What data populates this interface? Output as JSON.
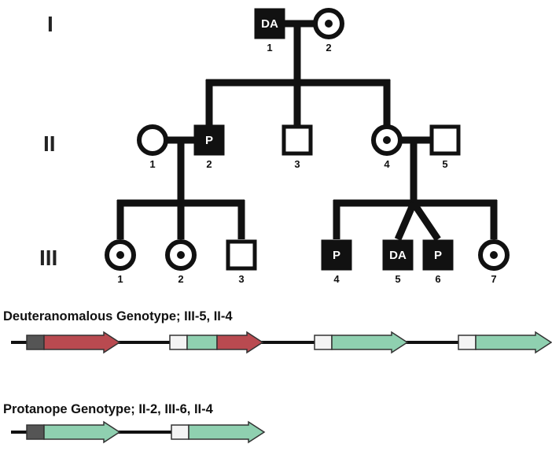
{
  "generations": [
    {
      "key": "I",
      "label": "I"
    },
    {
      "key": "II",
      "label": "II"
    },
    {
      "key": "III",
      "label": "III"
    }
  ],
  "individuals": [
    {
      "id": "I-1",
      "number": "1",
      "sex": "male",
      "status": "affected",
      "marker": "DA"
    },
    {
      "id": "I-2",
      "number": "2",
      "sex": "female",
      "status": "carrier",
      "marker": ""
    },
    {
      "id": "II-1",
      "number": "1",
      "sex": "female",
      "status": "unaffected",
      "marker": ""
    },
    {
      "id": "II-2",
      "number": "2",
      "sex": "male",
      "status": "affected",
      "marker": "P"
    },
    {
      "id": "II-3",
      "number": "3",
      "sex": "male",
      "status": "unaffected",
      "marker": ""
    },
    {
      "id": "II-4",
      "number": "4",
      "sex": "female",
      "status": "carrier",
      "marker": ""
    },
    {
      "id": "II-5",
      "number": "5",
      "sex": "male",
      "status": "unaffected",
      "marker": ""
    },
    {
      "id": "III-1",
      "number": "1",
      "sex": "female",
      "status": "carrier",
      "marker": ""
    },
    {
      "id": "III-2",
      "number": "2",
      "sex": "female",
      "status": "carrier",
      "marker": ""
    },
    {
      "id": "III-3",
      "number": "3",
      "sex": "male",
      "status": "unaffected",
      "marker": ""
    },
    {
      "id": "III-4",
      "number": "4",
      "sex": "male",
      "status": "affected",
      "marker": "P"
    },
    {
      "id": "III-5",
      "number": "5",
      "sex": "male",
      "status": "affected",
      "marker": "DA"
    },
    {
      "id": "III-6",
      "number": "6",
      "sex": "male",
      "status": "affected",
      "marker": "P"
    },
    {
      "id": "III-7",
      "number": "7",
      "sex": "female",
      "status": "carrier",
      "marker": ""
    }
  ],
  "genotypes": [
    {
      "title": "Deuteranomalous Genotype; III-5, II-4",
      "genes": [
        {
          "promoter": "dark",
          "segments": [
            "red"
          ]
        },
        {
          "promoter": "white",
          "segments": [
            "green",
            "red"
          ]
        },
        {
          "promoter": "white",
          "segments": [
            "green"
          ]
        },
        {
          "promoter": "white",
          "segments": [
            "green"
          ]
        }
      ]
    },
    {
      "title": "Protanope Genotype; II-2, III-6, II-4",
      "genes": [
        {
          "promoter": "dark",
          "segments": [
            "green"
          ]
        },
        {
          "promoter": "white",
          "segments": [
            "green"
          ]
        }
      ]
    }
  ],
  "colors": {
    "ink": "#111111",
    "red_gene": "#b94a50",
    "green_gene": "#8fd0b0",
    "promoter_dark": "#555555",
    "promoter_white": "#f4f4f4"
  }
}
